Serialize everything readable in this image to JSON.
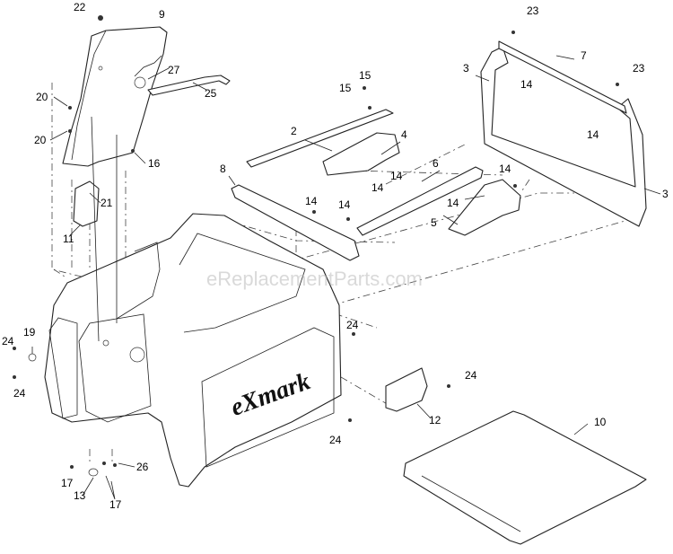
{
  "watermark": "eReplacementParts.com",
  "logo_text": "eXmark",
  "callouts": [
    "22",
    "9",
    "27",
    "25",
    "20",
    "20",
    "16",
    "21",
    "11",
    "15",
    "15",
    "2",
    "4",
    "14",
    "14",
    "8",
    "6",
    "14",
    "14",
    "14",
    "14",
    "5",
    "23",
    "7",
    "3",
    "14",
    "23",
    "14",
    "3",
    "19",
    "24",
    "24",
    "24",
    "24",
    "12",
    "10",
    "26",
    "17",
    "13",
    "17",
    "24"
  ]
}
